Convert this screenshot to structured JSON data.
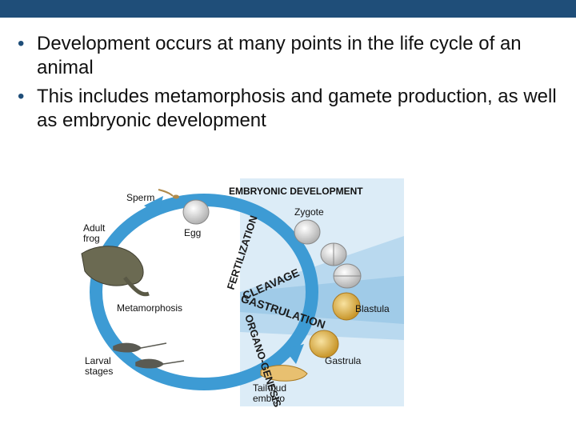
{
  "header": {
    "bar_color": "#1f4e79"
  },
  "bullets": [
    {
      "text": "Development occurs at many points in the life cycle of an animal"
    },
    {
      "text": "This includes metamorphosis and gamete production, as well as embryonic development"
    }
  ],
  "diagram": {
    "section_title": "EMBRYONIC DEVELOPMENT",
    "stages": {
      "fertilization": "FERTILIZATION",
      "cleavage": "CLEAVAGE",
      "gastrulation": "GASTRULATION",
      "organogenesis": "ORGANO-GENESIS"
    },
    "labels": {
      "sperm": "Sperm",
      "egg": "Egg",
      "adult_frog": "Adult frog",
      "zygote": "Zygote",
      "blastula": "Blastula",
      "gastrula": "Gastrula",
      "tailbud": "Tail-bud embryo",
      "metamorphosis": "Metamorphosis",
      "larval": "Larval stages"
    },
    "colors": {
      "cycle": "#3d9bd4",
      "panel_light": "#dcecf7",
      "panel_mid": "#b9d9ef",
      "panel_dark": "#8fc1e3"
    }
  }
}
